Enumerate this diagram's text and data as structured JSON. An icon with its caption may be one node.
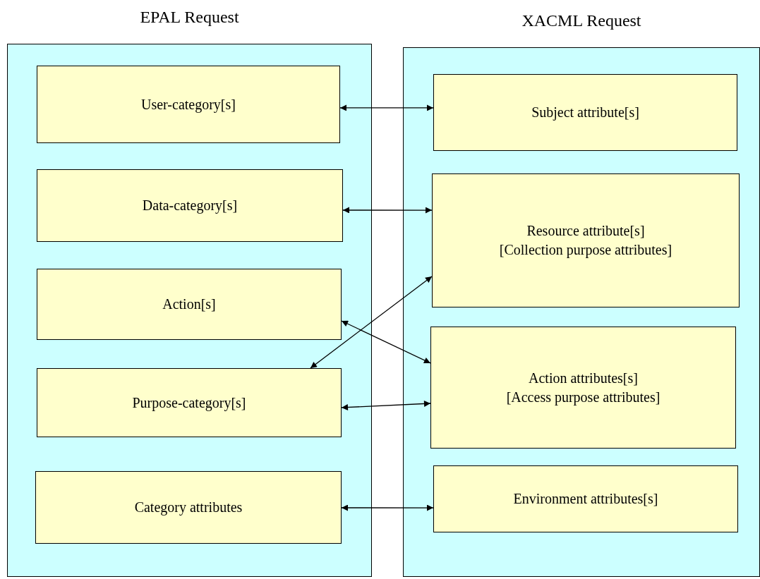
{
  "diagram": {
    "nodes": [
      {
        "text": [
          "EPAL Request"
        ]
      },
      {
        "text": [
          "XACML Request"
        ]
      },
      {
        "text": [
          "User-category[s]"
        ],
        "in": 0
      },
      {
        "text": [
          "Data-category[s]"
        ],
        "in": 0
      },
      {
        "text": [
          "Action[s]"
        ],
        "in": 0
      },
      {
        "text": [
          "Purpose-category[s]"
        ],
        "in": 0
      },
      {
        "text": [
          "Category attributes"
        ],
        "in": 0
      },
      {
        "text": [
          "Subject attribute[s]"
        ],
        "in": 1
      },
      {
        "text": [
          "Resource attribute[s]",
          "[Collection purpose attributes]"
        ],
        "in": 1
      },
      {
        "text": [
          "Action attributes[s]",
          "[Access purpose attributes]"
        ],
        "in": 1
      },
      {
        "text": [
          "Environment attributes[s]"
        ],
        "in": 1
      }
    ],
    "edges": [
      {
        "from": 2,
        "to": 7,
        "arrow": "both"
      },
      {
        "from": 3,
        "to": 8,
        "arrow": "both"
      },
      {
        "from": 4,
        "to": 9,
        "arrow": "both"
      },
      {
        "from": 5,
        "to": 8,
        "arrow": "both"
      },
      {
        "from": 5,
        "to": 9,
        "arrow": "both"
      },
      {
        "from": 6,
        "to": 10,
        "arrow": "both"
      }
    ]
  }
}
